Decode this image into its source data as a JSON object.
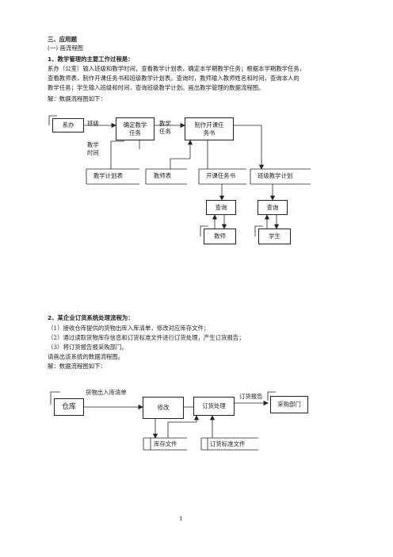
{
  "section_title": "三、应用题",
  "subsection": "(一) 画流程图",
  "q1": {
    "title": "1、教学管理的主要工作过程是：",
    "body_lines": [
      "系办（公室）输入班级和教学时间，查看教学计划表，确定本学期教学任务；根据本学期教学任务，",
      "查看教师表，制作开课任务书和班级教学计划表。查询时，教师输入教师姓名和时间，查询本人的",
      "教学任务；学生输入班级和时间，查询班级教学计划。画出教学管理的数据流程图。"
    ],
    "answer_intro": "解：数据流程图如下：",
    "diagram": {
      "xiban": "系办",
      "banji": "班级",
      "queding": "确定教学任务",
      "jiaoxue_renwu": "教学任务",
      "zhizuo": "制作开课任务书",
      "jiaoxue_shijian": "教学时间",
      "jihuabiao": "教学计划表",
      "jiaoshibiao": "教师表",
      "kaike": "开课任务书",
      "banji_jihua": "班级教学计划",
      "chaxun1": "查询",
      "chaxun2": "查询",
      "jiaoshi": "教师",
      "xuesheng": "学生"
    }
  },
  "q2": {
    "title": "2、某企业订货系统处理流程为：",
    "lines": [
      "（1）接收仓库提供的货物出库入库清单，修改对应库存文件；",
      "（2）通过读取货物库存信息和订货标准文件进行订货处理，产生订货报告；",
      "（3）将订货报告报采购部门。",
      "请画出该系统的数据流程图。",
      "解：数据流程图如下："
    ],
    "diagram": {
      "cangku": "仓库",
      "qingdan": "货物出入库清单",
      "xiugai": "修改",
      "dinghuo": "订货处理",
      "baogao": "订货报告",
      "caigou": "采购部门",
      "kucun": "库存文件",
      "biaozhun": "订货标准文件"
    }
  },
  "page_number": "1"
}
